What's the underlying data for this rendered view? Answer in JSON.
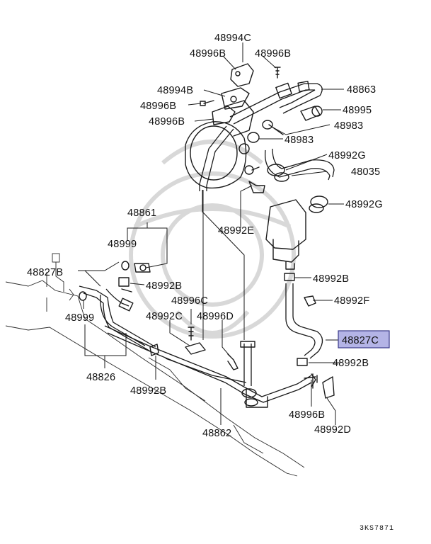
{
  "highlight_color": "#b4b4e6",
  "labels": {
    "l_48994C": "48994C",
    "l_48996B_a": "48996B",
    "l_48996B_b": "48996B",
    "l_48994B": "48994B",
    "l_48996B_c": "48996B",
    "l_48996B_d": "48996B",
    "l_48863": "48863",
    "l_48995": "48995",
    "l_48983_a": "48983",
    "l_48983_b": "48983",
    "l_48992G_a": "48992G",
    "l_48035": "48035",
    "l_48992G_b": "48992G",
    "l_48992E": "48992E",
    "l_48861": "48861",
    "l_48999_a": "48999",
    "l_48827B": "48827B",
    "l_48992B_a": "48992B",
    "l_48999_b": "48999",
    "l_48996C": "48996C",
    "l_48992C": "48992C",
    "l_48996D": "48996D",
    "l_48992B_b": "48992B",
    "l_48992F": "48992F",
    "l_48827C": "48827C",
    "l_48992B_c": "48992B",
    "l_48826": "48826",
    "l_48992B_d": "48992B",
    "l_48996B_e": "48996B",
    "l_48992D": "48992D",
    "l_48862": "48862"
  },
  "diagram_code": "3KS7871"
}
